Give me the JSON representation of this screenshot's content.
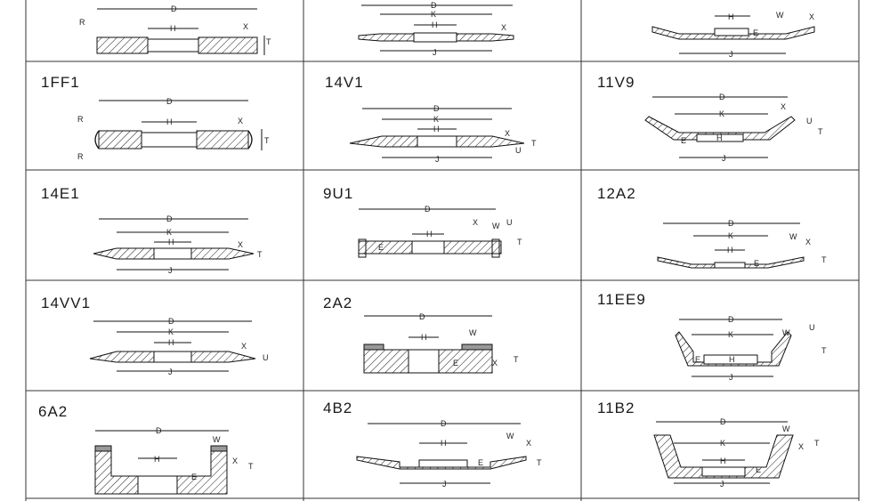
{
  "grid": {
    "rows": [
      [
        {
          "code": "",
          "labels": [
            "D",
            "H",
            "R",
            "X",
            "T"
          ]
        },
        {
          "code": "",
          "labels": [
            "D",
            "K",
            "H",
            "X",
            "J"
          ]
        },
        {
          "code": "",
          "labels": [
            "H",
            "W",
            "X",
            "E",
            "J"
          ]
        }
      ],
      [
        {
          "code": "1FF1",
          "labels": [
            "D",
            "H",
            "R",
            "R",
            "X",
            "T"
          ]
        },
        {
          "code": "14V1",
          "labels": [
            "D",
            "K",
            "H",
            "X",
            "J",
            "U",
            "T"
          ]
        },
        {
          "code": "11V9",
          "labels": [
            "D",
            "K",
            "X",
            "U",
            "T",
            "H",
            "E",
            "J"
          ]
        }
      ],
      [
        {
          "code": "14E1",
          "labels": [
            "D",
            "K",
            "H",
            "X",
            "J",
            "T"
          ]
        },
        {
          "code": "9U1",
          "labels": [
            "D",
            "H",
            "E",
            "X",
            "W",
            "U",
            "T"
          ]
        },
        {
          "code": "12A2",
          "labels": [
            "D",
            "K",
            "H",
            "W",
            "X",
            "E",
            "T"
          ]
        }
      ],
      [
        {
          "code": "14VV1",
          "labels": [
            "D",
            "K",
            "H",
            "X",
            "J",
            "U"
          ]
        },
        {
          "code": "2A2",
          "labels": [
            "D",
            "H",
            "W",
            "E",
            "X",
            "T"
          ]
        },
        {
          "code": "11EE9",
          "labels": [
            "D",
            "K",
            "W",
            "U",
            "H",
            "E",
            "J",
            "T"
          ]
        }
      ],
      [
        {
          "code": "6A2",
          "labels": [
            "D",
            "H",
            "W",
            "X",
            "T",
            "E"
          ]
        },
        {
          "code": "4B2",
          "labels": [
            "D",
            "H",
            "W",
            "X",
            "E",
            "T",
            "J"
          ]
        },
        {
          "code": "11B2",
          "labels": [
            "D",
            "K",
            "H",
            "W",
            "X",
            "T",
            "E",
            "J"
          ]
        }
      ]
    ]
  }
}
